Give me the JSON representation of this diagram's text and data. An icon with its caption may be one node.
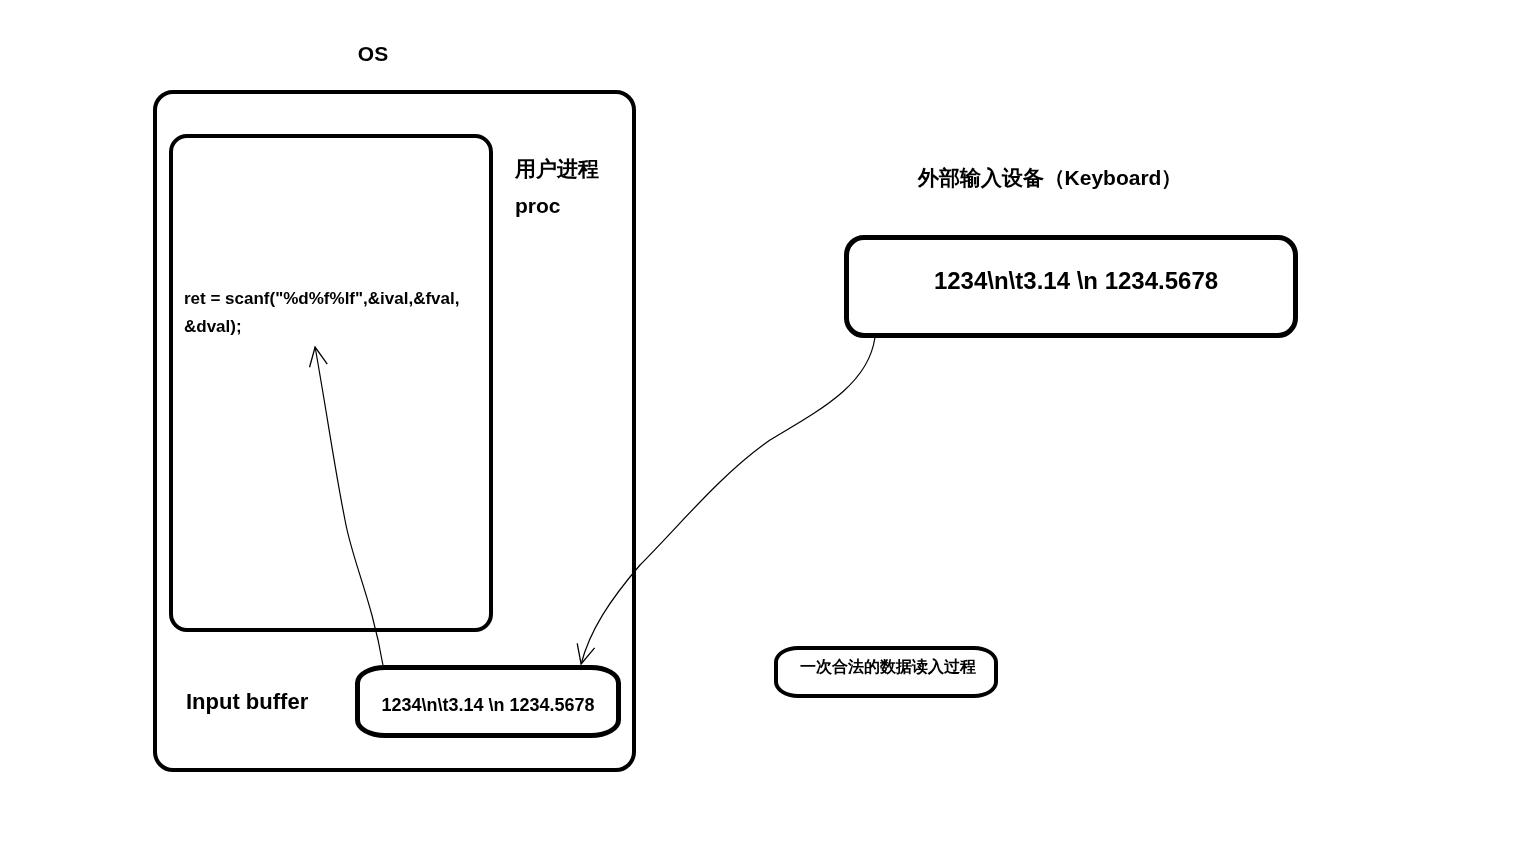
{
  "diagram": {
    "nodes": [
      {
        "text": [
          "OS"
        ]
      },
      {
        "text": [
          "用户进程 proc"
        ],
        "in": 0
      },
      {
        "text": [
          "ret = scanf(\"%d%f%lf\",&ival,&fval, &dval);"
        ],
        "in": 1
      },
      {
        "text": [
          "1234\\n\\t3.14 \\n 1234.5678"
        ],
        "beside": [
          "Input buffer"
        ],
        "in": 0
      },
      {
        "text": [
          "外部输入设备（Keyboard）",
          "1234\\n\\t3.14 \\n 1234.5678"
        ]
      },
      {
        "text": [
          "一次合法的数据读入过程"
        ]
      }
    ],
    "edges": [
      {
        "from": 4,
        "to": 3,
        "arrow": "to"
      },
      {
        "from": 3,
        "to": 2,
        "arrow": "to"
      }
    ]
  }
}
